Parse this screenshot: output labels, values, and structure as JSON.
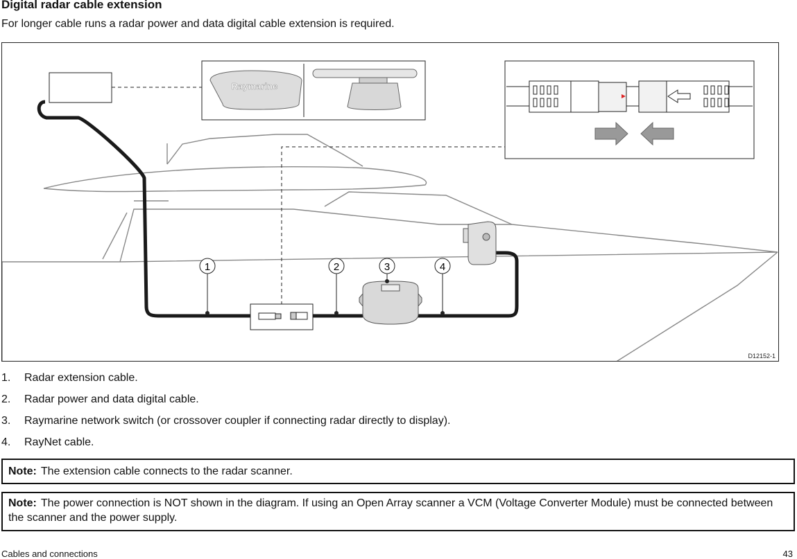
{
  "heading": "Digital radar cable extension",
  "intro": "For longer cable runs a radar power and data digital cable extension is required.",
  "figure": {
    "brand": "Raymarine",
    "code": "D12152-1",
    "callouts": [
      "1",
      "2",
      "3",
      "4"
    ]
  },
  "items": [
    {
      "num": "1.",
      "text": "Radar extension cable."
    },
    {
      "num": "2.",
      "text": "Radar power and data digital cable."
    },
    {
      "num": "3.",
      "text": "Raymarine network switch (or crossover coupler if connecting radar directly to display)."
    },
    {
      "num": "4.",
      "text": "RayNet cable."
    }
  ],
  "notes": [
    {
      "label": "Note:",
      "text": "The extension cable connects to the radar scanner."
    },
    {
      "label": "Note:",
      "text": "The power connection is NOT shown in the diagram. If using an Open Array scanner a VCM (Voltage Converter Module) must be connected between the scanner and the power supply."
    }
  ],
  "footer": {
    "section": "Cables and connections",
    "page": "43"
  }
}
